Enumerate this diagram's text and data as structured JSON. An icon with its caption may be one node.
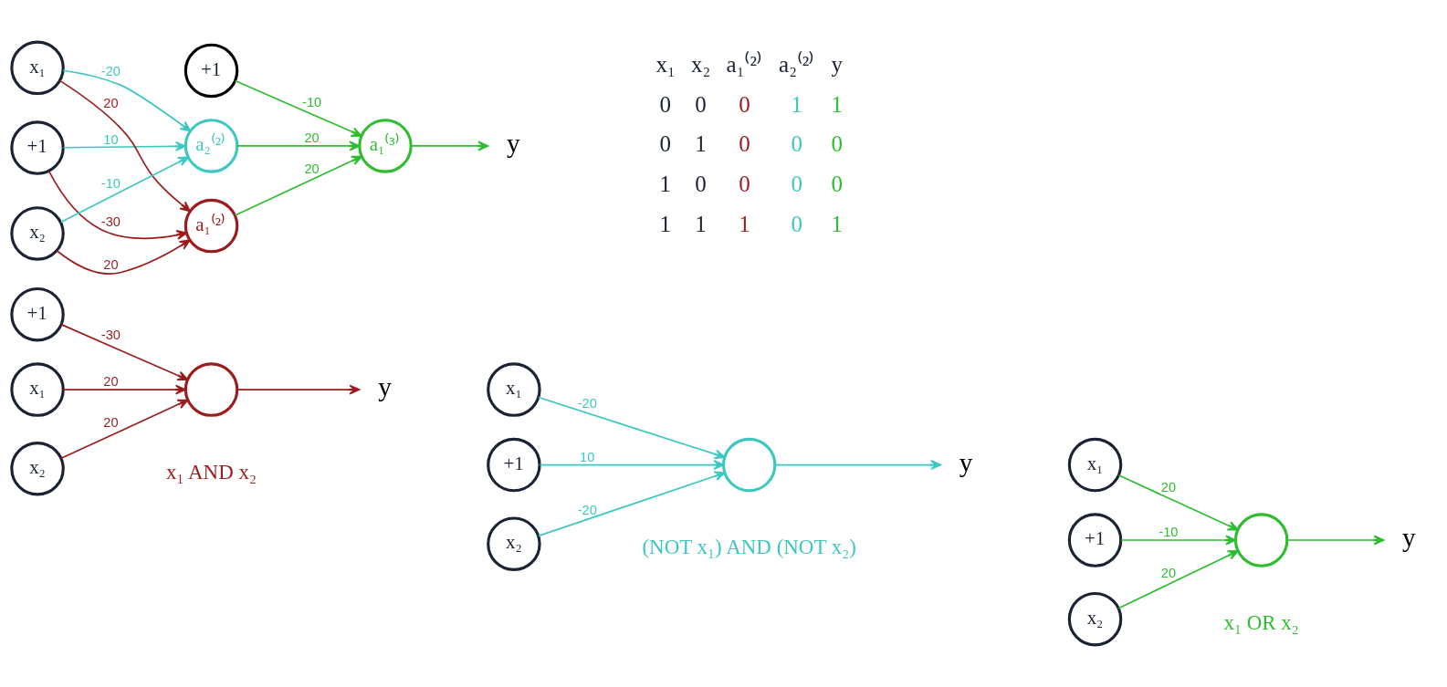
{
  "diagram": {
    "nodes": [
      {
        "text": [
          "+1"
        ]
      },
      {
        "text": [
          "x₁"
        ]
      },
      {
        "text": [
          "x₂"
        ]
      },
      {
        "text": [],
        "shape": "circle"
      },
      {
        "text": [
          "y"
        ]
      },
      {
        "text": [
          "+1"
        ]
      },
      {
        "text": [
          "x₁"
        ]
      },
      {
        "text": [
          "x₂"
        ]
      },
      {
        "text": [],
        "shape": "circle"
      },
      {
        "text": [
          "y"
        ]
      },
      {
        "text": [
          "+1"
        ]
      },
      {
        "text": [
          "x₁"
        ]
      },
      {
        "text": [
          "x₂"
        ]
      },
      {
        "text": [],
        "shape": "circle"
      },
      {
        "text": [
          "y"
        ]
      },
      {
        "text": [
          "+1"
        ]
      },
      {
        "text": [
          "+1"
        ]
      },
      {
        "text": [
          "x₁"
        ]
      },
      {
        "text": [
          "x₂"
        ]
      },
      {
        "text": [
          "a₁⁽²⁾"
        ]
      },
      {
        "text": [
          "a₂⁽²⁾"
        ]
      },
      {
        "text": [
          "a₁⁽³⁾"
        ]
      },
      {
        "text": [
          "y"
        ]
      }
    ],
    "edges": [
      {
        "from": 0,
        "to": 3,
        "arrow": "to",
        "label": "-30",
        "color": "#9b1c1c"
      },
      {
        "from": 1,
        "to": 3,
        "arrow": "to",
        "label": "20",
        "color": "#9b1c1c"
      },
      {
        "from": 2,
        "to": 3,
        "arrow": "to",
        "label": "20",
        "color": "#9b1c1c"
      },
      {
        "from": 3,
        "to": 4,
        "arrow": "to",
        "color": "#9b1c1c"
      },
      {
        "from": 5,
        "to": 8,
        "arrow": "to",
        "label": "10",
        "color": "#3cc8c0"
      },
      {
        "from": 6,
        "to": 8,
        "arrow": "to",
        "label": "-20",
        "color": "#3cc8c0"
      },
      {
        "from": 7,
        "to": 8,
        "arrow": "to",
        "label": "-20",
        "color": "#3cc8c0"
      },
      {
        "from": 8,
        "to": 9,
        "arrow": "to",
        "color": "#3cc8c0"
      },
      {
        "from": 10,
        "to": 13,
        "arrow": "to",
        "label": "-10"
      },
      {
        "from": 11,
        "to": 13,
        "arrow": "to",
        "label": "20"
      },
      {
        "from": 12,
        "to": 13,
        "arrow": "to",
        "label": "20"
      },
      {
        "from": 13,
        "to": 14,
        "arrow": "to"
      },
      {
        "from": 16,
        "to": 19,
        "arrow": "to",
        "label": "-30",
        "color": "#9b1c1c"
      },
      {
        "from": 17,
        "to": 19,
        "arrow": "to",
        "label": "20",
        "color": "#9b1c1c"
      },
      {
        "from": 18,
        "to": 19,
        "arrow": "to",
        "label": "20",
        "color": "#9b1c1c"
      },
      {
        "from": 16,
        "to": 20,
        "arrow": "to",
        "label": "10",
        "color": "#3cc8c0"
      },
      {
        "from": 17,
        "to": 20,
        "arrow": "to",
        "label": "-20",
        "color": "#3cc8c0"
      },
      {
        "from": 18,
        "to": 20,
        "arrow": "to",
        "label": "-10",
        "color": "#3cc8c0"
      },
      {
        "from": 15,
        "to": 21,
        "arrow": "to",
        "label": "-10"
      },
      {
        "from": 19,
        "to": 21,
        "arrow": "to",
        "label": "20"
      },
      {
        "from": 20,
        "to": 21,
        "arrow": "to",
        "label": "20"
      },
      {
        "from": 21,
        "to": 22,
        "arrow": "to"
      }
    ],
    "labels": [
      "x₁ AND x₂",
      "(NOT x₁) AND (NOT x₂)",
      "x₁ OR x₂",
      "x₁",
      "x₂",
      "a₁⁽²⁾",
      "a₂⁽²⁾",
      "y",
      "0",
      "0",
      "0",
      "1",
      "1",
      "0",
      "1",
      "0",
      "0",
      "0",
      "1",
      "0",
      "0",
      "0",
      "0",
      "1",
      "1",
      "1",
      "0",
      "1"
    ]
  }
}
